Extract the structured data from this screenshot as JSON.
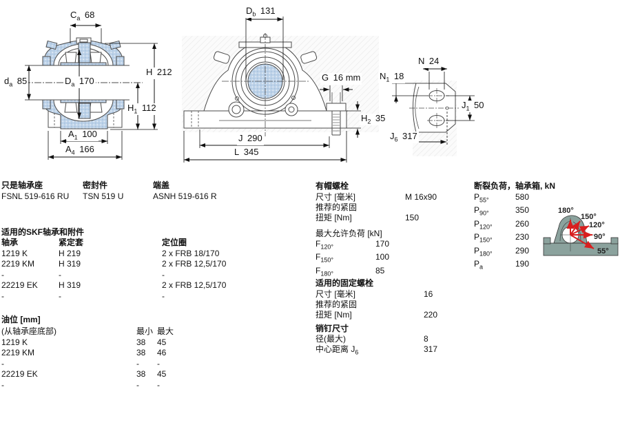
{
  "colors": {
    "section_fill": "#bdd2e8",
    "outline": "#4a4a4a",
    "dimension": "#111111",
    "red_arrow": "#d81f1f",
    "diagram_body": "#8ba29d"
  },
  "drawings": {
    "section_view": {
      "dims": {
        "Ca": {
          "sym": "C",
          "sub": "a",
          "value": "68"
        },
        "H": {
          "sym": "H",
          "sub": "",
          "value": "212"
        },
        "da": {
          "sym": "d",
          "sub": "a",
          "value": "85"
        },
        "Da": {
          "sym": "D",
          "sub": "a",
          "value": "170"
        },
        "H1": {
          "sym": "H",
          "sub": "1",
          "value": "112"
        },
        "A1": {
          "sym": "A",
          "sub": "1",
          "value": "100"
        },
        "A4": {
          "sym": "A",
          "sub": "4",
          "value": "166"
        }
      }
    },
    "front_view": {
      "dims": {
        "Db": {
          "sym": "D",
          "sub": "b",
          "value": "131"
        },
        "G": {
          "sym": "G",
          "sub": "",
          "value": "16 mm"
        },
        "H2": {
          "sym": "H",
          "sub": "2",
          "value": "35"
        },
        "J": {
          "sym": "J",
          "sub": "",
          "value": "290"
        },
        "L": {
          "sym": "L",
          "sub": "",
          "value": "345"
        }
      }
    },
    "base_view": {
      "dims": {
        "N": {
          "sym": "N",
          "sub": "",
          "value": "24"
        },
        "N1": {
          "sym": "N",
          "sub": "1",
          "value": "18"
        },
        "J1": {
          "sym": "J",
          "sub": "1",
          "value": "50"
        },
        "J6": {
          "sym": "J",
          "sub": "6",
          "value": "317"
        }
      }
    },
    "load_diagram": {
      "angles": [
        "180°",
        "150°",
        "120°",
        "90°",
        "55°"
      ]
    }
  },
  "parts": [
    {
      "label": "只是轴承座",
      "value": "FSNL 519-616 RU"
    },
    {
      "label": "密封件",
      "value": "TSN 519 U"
    },
    {
      "label": "端盖",
      "value": "ASNH 519-616 R"
    }
  ],
  "bearings_table": {
    "title": "适用的SKF轴承和附件",
    "columns": [
      "轴承",
      "紧定套",
      "定位圈"
    ],
    "rows": [
      [
        "1219 K",
        "H 219",
        "2 x FRB 18/170"
      ],
      [
        "2219 KM",
        "H 319",
        "2 x FRB 12,5/170"
      ],
      [
        "-",
        "-",
        "-"
      ],
      [
        "22219 EK",
        "H 319",
        "2 x FRB 12,5/170"
      ],
      [
        "-",
        "-",
        "-"
      ]
    ]
  },
  "oil_level": {
    "title": "油位 [mm]",
    "subtitle": "(从轴承座底部)",
    "columns": [
      "最小",
      "最大"
    ],
    "rows": [
      [
        "1219 K",
        "38",
        "45"
      ],
      [
        "2219 KM",
        "38",
        "46"
      ],
      [
        "-",
        "-",
        "-"
      ],
      [
        "22219 EK",
        "38",
        "45"
      ],
      [
        "-",
        "-",
        "-"
      ]
    ]
  },
  "cap_bolts": {
    "title": "有帽螺栓",
    "rows": [
      {
        "label": "尺寸 [毫米]",
        "value": "M 16x90"
      },
      {
        "label": "推荐的紧固",
        "value": ""
      },
      {
        "label": "扭矩 [Nm]",
        "value": "150"
      }
    ]
  },
  "max_load": {
    "title": "最大允许负荷 [kN]",
    "rows": [
      {
        "label": {
          "sym": "F",
          "sub": "120°"
        },
        "value": "170"
      },
      {
        "label": {
          "sym": "F",
          "sub": "150°"
        },
        "value": "100"
      },
      {
        "label": {
          "sym": "F",
          "sub": "180°"
        },
        "value": "85"
      }
    ]
  },
  "fixing_bolts": {
    "title": "适用的固定螺栓",
    "rows": [
      {
        "label": "尺寸 [毫米]",
        "value": "16"
      },
      {
        "label": "推荐的紧固",
        "value": ""
      },
      {
        "label": "扭矩 [Nm]",
        "value": "220"
      }
    ]
  },
  "pins": {
    "title": "销钉尺寸",
    "rows": [
      {
        "label": "径(最大)",
        "value": "8"
      },
      {
        "label": {
          "sym": "中心距离 J",
          "sub": "6"
        },
        "value": "317"
      }
    ]
  },
  "breaking_load": {
    "title": "断裂负荷，轴承箱, kN",
    "rows": [
      {
        "label": {
          "sym": "P",
          "sub": "55°"
        },
        "value": "580"
      },
      {
        "label": {
          "sym": "P",
          "sub": "90°"
        },
        "value": "350"
      },
      {
        "label": {
          "sym": "P",
          "sub": "120°"
        },
        "value": "260"
      },
      {
        "label": {
          "sym": "P",
          "sub": "150°"
        },
        "value": "230"
      },
      {
        "label": {
          "sym": "P",
          "sub": "180°"
        },
        "value": "290"
      },
      {
        "label": {
          "sym": "P",
          "sub": "a"
        },
        "value": "190"
      }
    ]
  }
}
